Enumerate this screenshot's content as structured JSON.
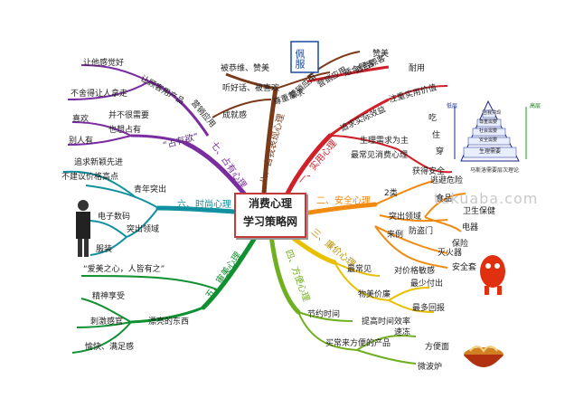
{
  "center": {
    "line1": "消费心理",
    "line2": "学习策略网"
  },
  "watermark": "tukuaba.com",
  "sections": {
    "s1": {
      "title": "一、实用心理",
      "items": [
        "营销应用",
        "适合顾客",
        "耐用",
        "注重实用价值",
        "追求实际效益",
        "生理需求为主",
        "最常见消费心理",
        "吃",
        "住",
        "穿",
        "获得安全"
      ]
    },
    "s2": {
      "title": "二、安全心理",
      "items": [
        "2类",
        "逃避危险",
        "突出领域",
        "卫生保健",
        "电器",
        "食品",
        "来例",
        "防盗门",
        "保险",
        "灭火器",
        "安全套"
      ]
    },
    "s3": {
      "title": "三、廉价心理",
      "items": [
        "最常见",
        "对价格敏感",
        "物美价廉",
        "最少付出",
        "最多回报"
      ]
    },
    "s4": {
      "title": "四、方便心理",
      "items": [
        "节约时间",
        "提高时间效率",
        "买常来方便的产品",
        "速冻",
        "方便面",
        "微波炉"
      ]
    },
    "s5": {
      "title": "五、审美心理",
      "items": [
        "“爱美之心，人皆有之”",
        "精神享受",
        "漂亮的东西",
        "刺激感官",
        "愉快、满足感"
      ]
    },
    "s6": {
      "title": "六、时尚心理",
      "items": [
        "青年突出",
        "追求新颖先进",
        "不建议价格高点",
        "电子数码",
        "突出领域",
        "服装"
      ]
    },
    "s7": {
      "title": "七、占有心理",
      "items": [
        "“占有欲”",
        "让顾客用产品",
        "营销应用",
        "让他感觉好",
        "不舍得让人拿走",
        "并不很需要",
        "也想占有",
        "喜欢",
        "别人有"
      ]
    },
    "s8": {
      "title": "八、自我表现心理",
      "items": [
        "尊重需求",
        "被恭维、赞美",
        "听好话、被喜欢",
        "成就感",
        "营销应用",
        "赞美",
        "适合顾客"
      ]
    }
  },
  "pyramid": {
    "caption": "马斯洛需要层次理论",
    "levels": [
      "自我实现",
      "尊重需要",
      "社会需要",
      "安全需要",
      "生理需要"
    ],
    "left_label": "低层",
    "right_label": "高层"
  },
  "badge": "佩服",
  "colors": {
    "purple": "#7a2da0",
    "brown": "#7a3a1a",
    "red": "#d0202a",
    "orange": "#f08a10",
    "yellow": "#e8c000",
    "lime": "#70b020",
    "green": "#109030",
    "teal": "#1090a0",
    "blue": "#2060c0",
    "navy": "#1a2a8a"
  }
}
